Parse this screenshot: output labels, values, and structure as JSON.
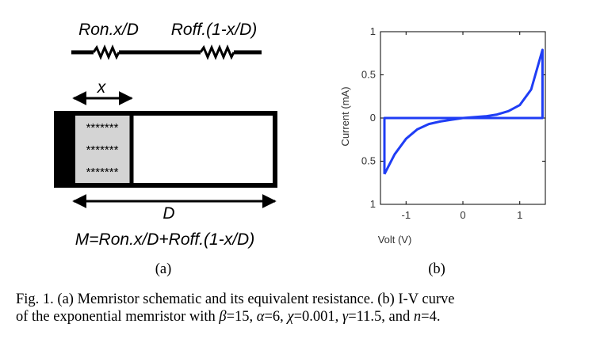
{
  "panel_a": {
    "ron_label": "Ron.x/D",
    "roff_label": "Roff.(1-x/D)",
    "x_label": "x",
    "d_label": "D",
    "stars": [
      "*******",
      "*******",
      "*******"
    ],
    "equation": "M=Ron.x/D+Roff.(1-x/D)",
    "sublabel": "(a)"
  },
  "panel_b": {
    "sublabel": "(b)"
  },
  "chart_data": {
    "type": "line",
    "xlabel": "Volt (V)",
    "ylabel": "Current (mA)",
    "xlim": [
      -1.45,
      1.45
    ],
    "ylim": [
      -1,
      1
    ],
    "x_ticks": [
      -1,
      0,
      1
    ],
    "x_tick_labels": [
      "-1",
      "0",
      "1"
    ],
    "y_ticks": [
      1,
      0.5,
      0,
      -0.5,
      -1
    ],
    "y_tick_labels": [
      "1",
      "0.5",
      "0",
      "0.5",
      "1"
    ],
    "grid": false,
    "color": "#1f3df5",
    "series": [
      {
        "x": [
          -1.38,
          -1.2,
          -1.0,
          -0.8,
          -0.6,
          -0.4,
          -0.2,
          0.0,
          0.2,
          0.4,
          0.6,
          0.8,
          1.0,
          1.2,
          1.4,
          1.4,
          1.2,
          1.0,
          0.8,
          0.6,
          0.4,
          0.2,
          0.0,
          -0.2,
          -0.4,
          -0.6,
          -0.8,
          -1.0,
          -1.2,
          -1.38,
          -1.38
        ],
        "y": [
          -0.65,
          -0.42,
          -0.24,
          -0.13,
          -0.07,
          -0.04,
          -0.02,
          0.0,
          0.01,
          0.02,
          0.04,
          0.08,
          0.15,
          0.33,
          0.79,
          0.0,
          0.0,
          0.0,
          0.0,
          0.0,
          0.0,
          0.0,
          0.0,
          0.0,
          0.0,
          0.0,
          0.0,
          0.0,
          0.0,
          0.0,
          -0.65
        ]
      }
    ]
  },
  "caption": {
    "line1": "Fig. 1.  (a) Memristor schematic and its equivalent resistance. (b) I-V curve",
    "line2_a": "of the exponential memristor with ",
    "beta": "β",
    "beta_val": "=15, ",
    "alpha": "α",
    "alpha_val": "=6, ",
    "chi": "χ",
    "chi_val": "=0.001, ",
    "gamma": "γ",
    "gamma_val": "=11.5, and ",
    "n": "n",
    "n_val": "=4."
  }
}
